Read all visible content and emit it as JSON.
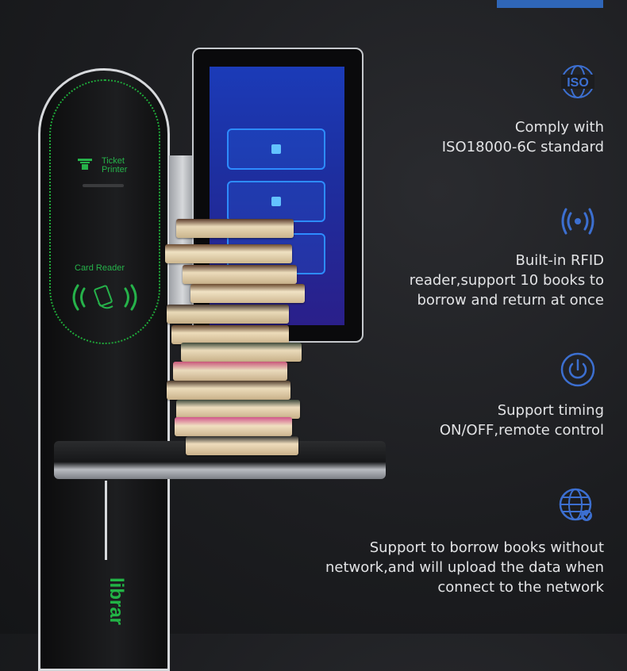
{
  "colors": {
    "accent_blue": "#2f66b8",
    "icon_blue": "#3c6fd0",
    "text": "#e2e3e5",
    "kiosk_green": "#22b446"
  },
  "kiosk": {
    "ticket_printer_label": "Ticket\nPrinter",
    "card_reader_label": "Card Reader",
    "brand_text": "librar"
  },
  "features": [
    {
      "icon": "iso-icon",
      "text": "Comply with\nISO18000-6C standard"
    },
    {
      "icon": "rfid-icon",
      "text": "Built-in RFID\nreader,support 10 books to\nborrow and return at once"
    },
    {
      "icon": "power-icon",
      "text": "Support timing\nON/OFF,remote control"
    },
    {
      "icon": "globe-icon",
      "text": "Support to borrow books without\nnetwork,and will upload the data when\nconnect to the network"
    }
  ]
}
